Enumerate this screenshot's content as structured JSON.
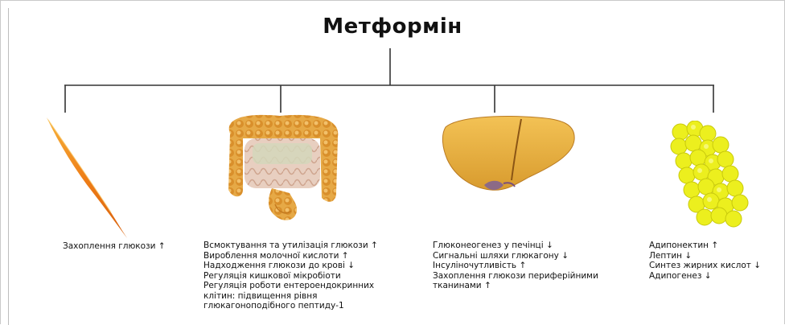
{
  "title": "Метформін",
  "columns": [
    {
      "lines": [
        "Захоплення глюкози ↑"
      ]
    },
    {
      "lines": [
        "Всмоктування та утилізація глюкози ↑",
        "Вироблення молочної кислоти ↑",
        "Надходження глюкози до крові ↓",
        "Регуляція кишкової мікробіоти",
        "Регуляція роботи ентероендокринних",
        "клітин: підвищення рівня",
        "глюкагоноподібного пептиду-1"
      ]
    },
    {
      "lines": [
        "Глюконеогенез у печінці ↓",
        "Сигнальні шляхи глюкагону ↓",
        "Інсуліночутливість ↑",
        "Захоплення глюкози периферійними",
        "тканинами ↑"
      ]
    },
    {
      "lines": [
        "Адипонектин ↑",
        "Лептин ↓",
        "Синтез жирних кислот ↓",
        "Адипогенез ↓"
      ]
    }
  ],
  "colors": {
    "line": "#333333",
    "muscle": "#f08a1c",
    "intestine": "#e3a23a",
    "liver": "#e9b43f",
    "fat": "#eef01a"
  }
}
